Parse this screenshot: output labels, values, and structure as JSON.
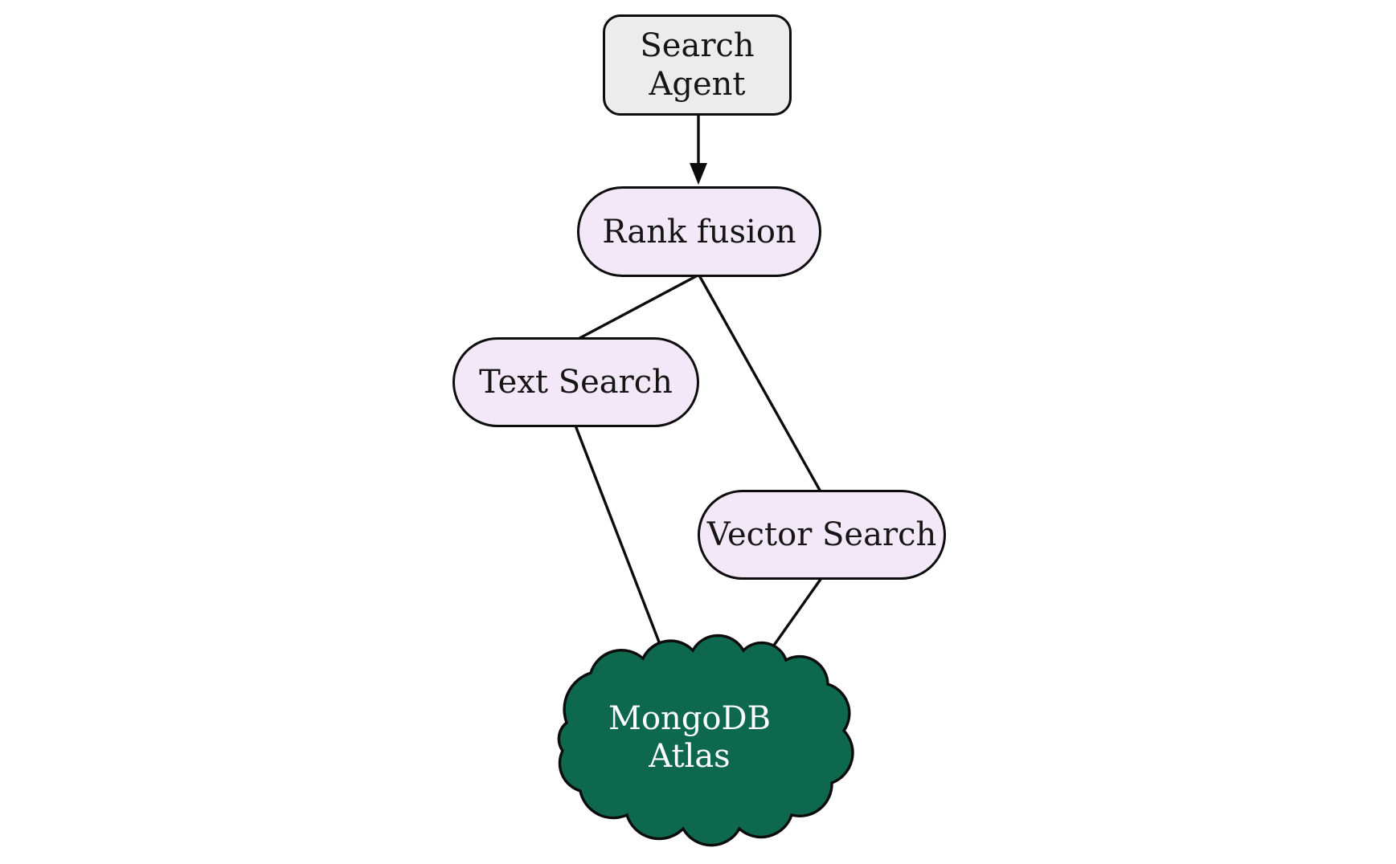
{
  "diagram": {
    "type": "flowchart",
    "direction": "top-down",
    "nodes": {
      "search_agent": {
        "label": "Search Agent",
        "line1": "Search",
        "line2": "Agent",
        "shape": "rounded-rectangle",
        "fill": "#ececec"
      },
      "rank_fusion": {
        "label": "Rank fusion",
        "shape": "stadium",
        "fill": "#f3e8f8"
      },
      "text_search": {
        "label": "Text Search",
        "shape": "stadium",
        "fill": "#f3e8f8"
      },
      "vector_search": {
        "label": "Vector Search",
        "shape": "stadium",
        "fill": "#f3e8f8"
      },
      "mongodb_atlas": {
        "label": "MongoDB Atlas",
        "line1": "MongoDB",
        "line2": "Atlas",
        "shape": "cloud",
        "fill": "#0d684d",
        "text_color": "#ffffff"
      }
    },
    "edges": [
      {
        "from": "Search Agent",
        "to": "Rank fusion",
        "type": "arrow"
      },
      {
        "from": "Rank fusion",
        "to": "Text Search",
        "type": "line"
      },
      {
        "from": "Rank fusion",
        "to": "Vector Search",
        "type": "line"
      },
      {
        "from": "Text Search",
        "to": "MongoDB Atlas",
        "type": "line"
      },
      {
        "from": "Vector Search",
        "to": "MongoDB Atlas",
        "type": "line"
      }
    ],
    "colors": {
      "background": "#ffffff",
      "stroke": "#0c0c0c",
      "node_gray": "#ececec",
      "node_lavender": "#f3e8f8",
      "cloud_green": "#0d684d",
      "cloud_text": "#ffffff"
    }
  }
}
